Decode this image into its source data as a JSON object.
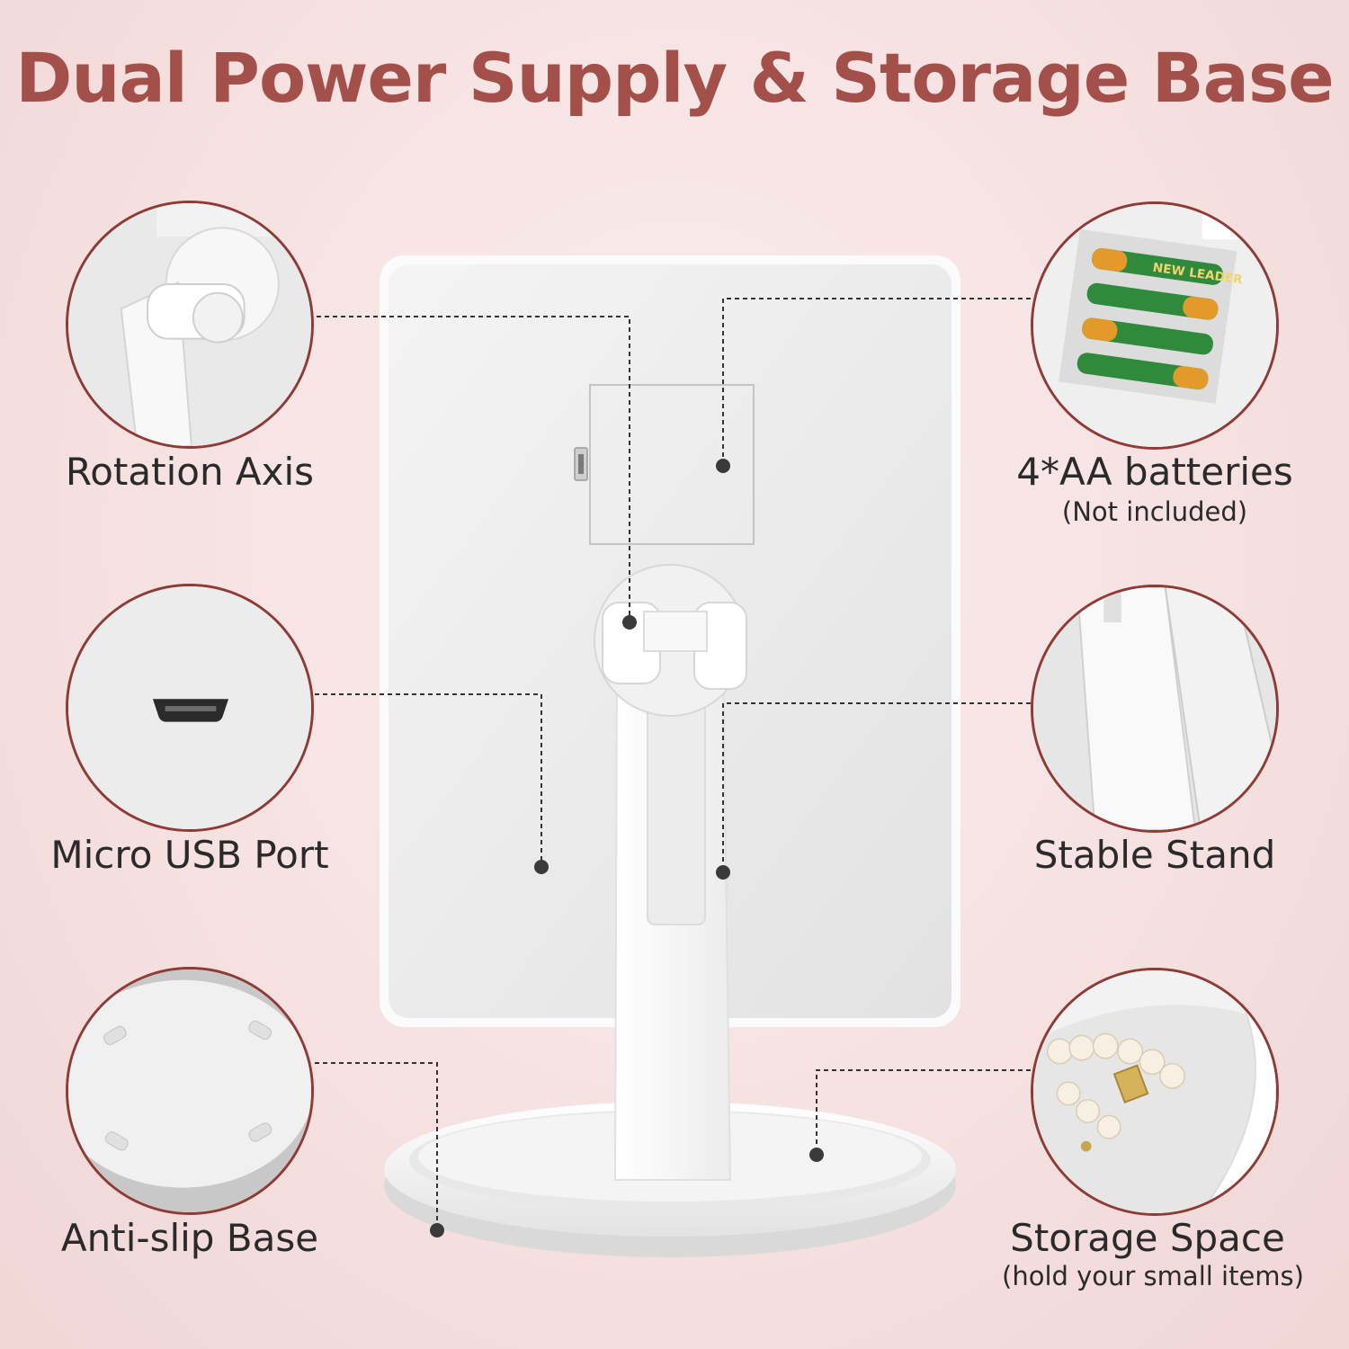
{
  "title": "Dual Power Supply & Storage Base",
  "features": {
    "rotation_axis": {
      "label": "Rotation Axis"
    },
    "batteries": {
      "label": "4*AA batteries",
      "note": "(Not included)",
      "battery_brand": "NEW LEADER"
    },
    "micro_usb": {
      "label": "Micro USB Port"
    },
    "stable_stand": {
      "label": "Stable Stand"
    },
    "anti_slip": {
      "label": "Anti-slip Base"
    },
    "storage": {
      "label": "Storage Space",
      "note": "(hold your small items)"
    }
  },
  "colors": {
    "title": "#a4504a",
    "circle_border": "#8e3b36",
    "background": "#f6e1e1",
    "label": "#2a2a2a"
  },
  "icons": {
    "rotation_axis": "hinge-icon",
    "batteries": "battery-icon",
    "micro_usb": "usb-port-icon",
    "stable_stand": "stand-icon",
    "anti_slip": "rubber-feet-icon",
    "storage": "pearl-tray-icon"
  }
}
